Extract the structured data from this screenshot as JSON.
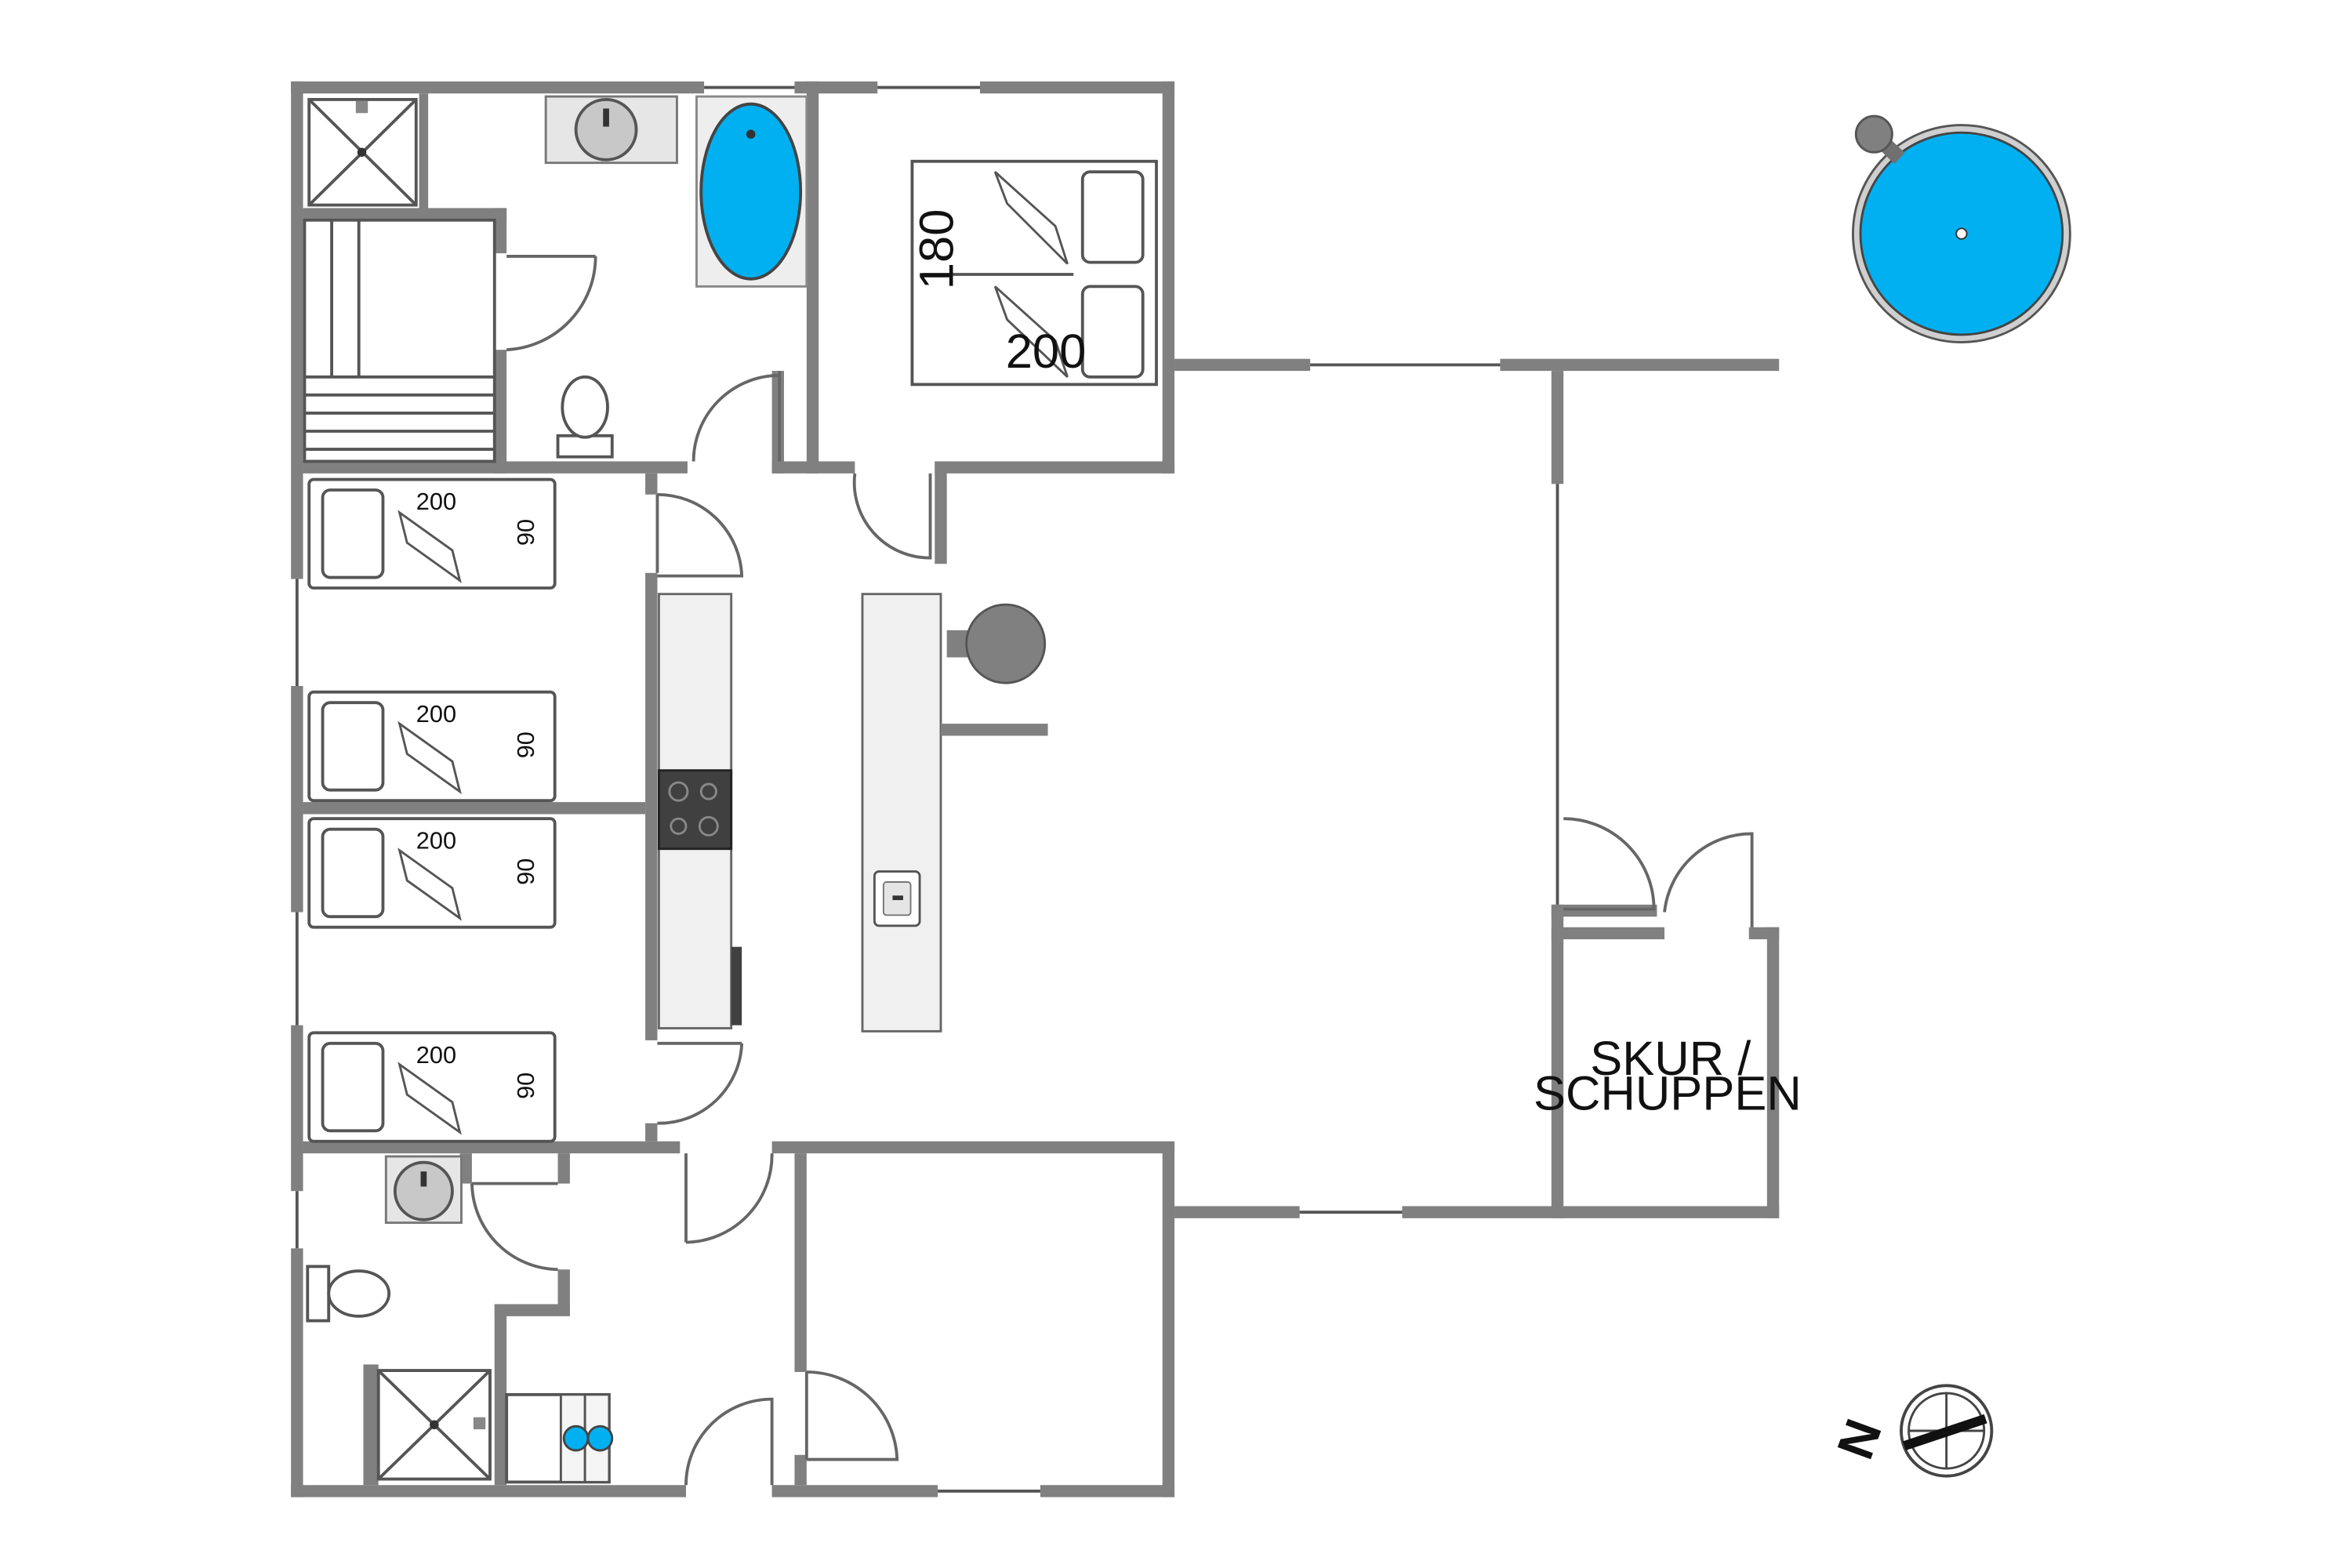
{
  "colors": {
    "wall": "#808080",
    "water": "#00b0f0",
    "appliance_dark": "#404040",
    "fixture_grey": "#c8c8c8"
  },
  "rooms": {
    "shed_line1": "SKUR /",
    "shed_line2": "SCHUPPEN"
  },
  "beds": {
    "double": {
      "width": "180",
      "length": "200"
    },
    "single_1": {
      "length": "200",
      "width": "90"
    },
    "single_2": {
      "length": "200",
      "width": "90"
    },
    "single_3": {
      "length": "200",
      "width": "90"
    },
    "single_4": {
      "length": "200",
      "width": "90"
    }
  },
  "compass": {
    "north_label": "N",
    "icon": "compass-icon"
  },
  "icons": [
    "shower-icon",
    "sink-icon",
    "bathtub-icon",
    "toilet-icon",
    "sauna-bench-icon",
    "stove-icon",
    "washing-machine-icon",
    "fireplace-icon",
    "hot-tub-icon",
    "door-swing-icon"
  ]
}
